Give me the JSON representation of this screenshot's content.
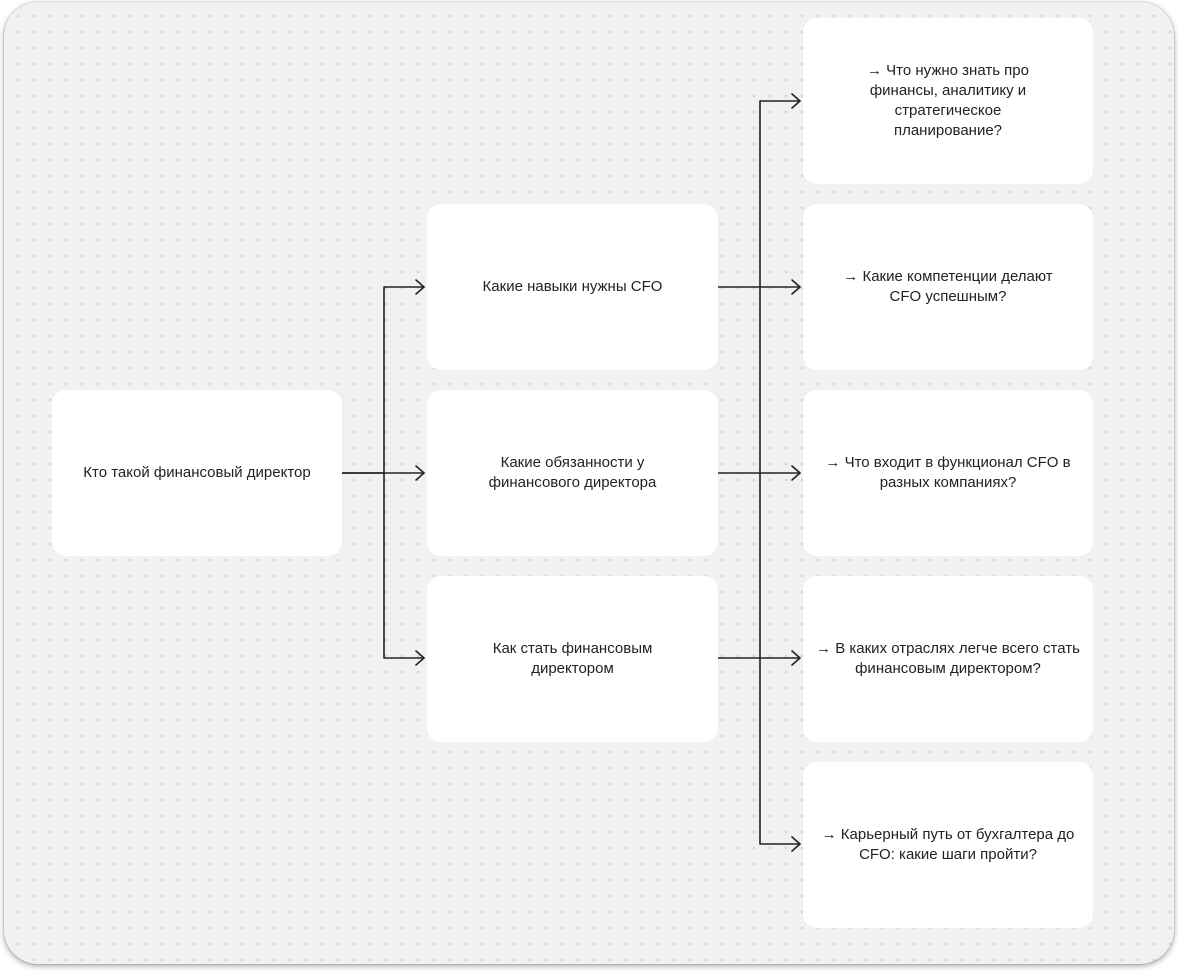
{
  "diagram": {
    "root": {
      "label": "Кто такой финансовый директор"
    },
    "topics": [
      {
        "label": "Какие навыки нужны CFO"
      },
      {
        "label": "Какие обязанности у финансового директора"
      },
      {
        "label": "Как стать финансовым директором"
      }
    ],
    "questions": [
      {
        "label": "→ Что нужно знать про финансы, аналитику и стратегическое планирование?"
      },
      {
        "label": "→ Какие компетенции делают CFO успешным?"
      },
      {
        "label": "→ Что входит в функционал CFO в разных компаниях?"
      },
      {
        "label": "→ В каких отраслях легче всего стать финансовым директором?"
      },
      {
        "label": "→ Карьерный путь от бухгалтера до CFO: какие шаги пройти?"
      }
    ],
    "colors": {
      "canvas": "#f1f1f2",
      "node": "#ffffff",
      "connector": "#222222"
    }
  }
}
